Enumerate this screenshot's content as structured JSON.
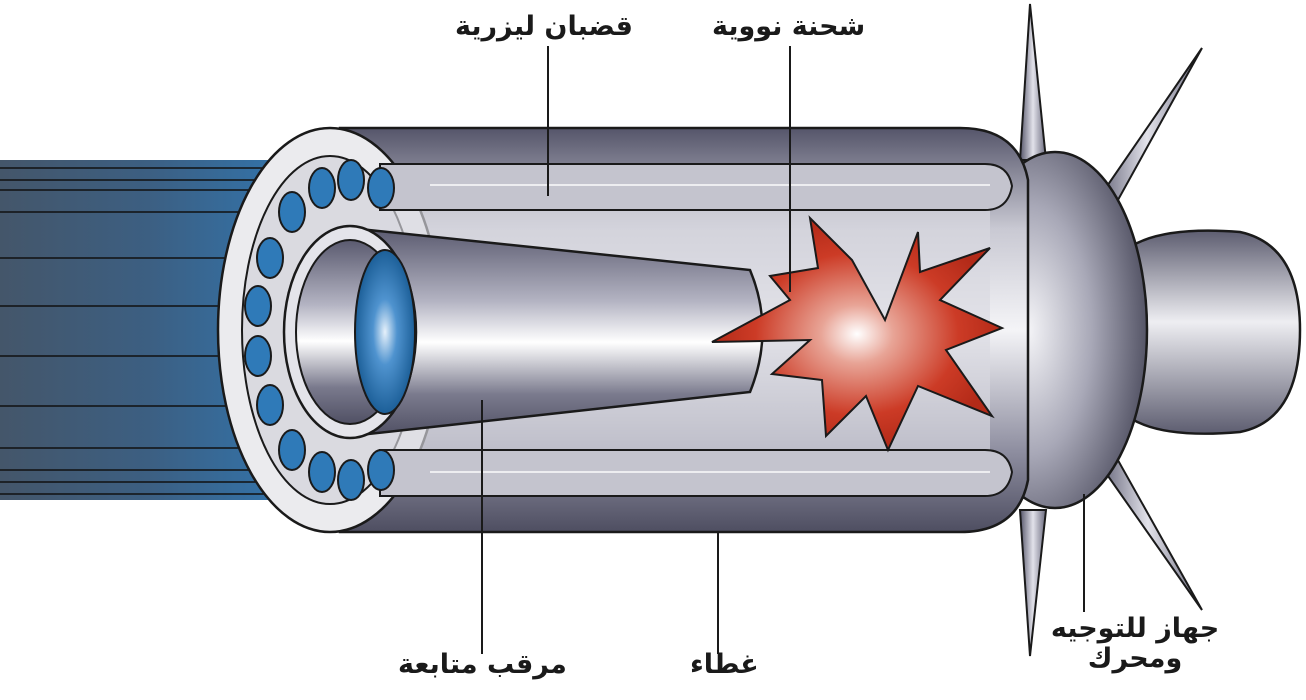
{
  "labels": {
    "laser_rods": "قضبان ليزرية",
    "nuclear_charge": "شحنة نووية",
    "tracking_monitor": "مرقب متابعة",
    "cover": "غطاء",
    "steering_engine_line1": "جهاز للتوجيه",
    "steering_engine_line2": "ومحرك"
  },
  "colors": {
    "beam_dark": "#3f5366",
    "beam_blue": "#2f7ab8",
    "metal_light": "#e6e6ea",
    "metal_mid": "#9b9bab",
    "metal_dark": "#4b4b5e",
    "explosion": "#c8321f",
    "lens_blue": "#1f6aa8",
    "outline": "#1a1a1a"
  },
  "icons": [
    "laser-beam",
    "laser-rod",
    "tracking-lens",
    "explosion-star",
    "steering-fin",
    "engine-nozzle"
  ]
}
